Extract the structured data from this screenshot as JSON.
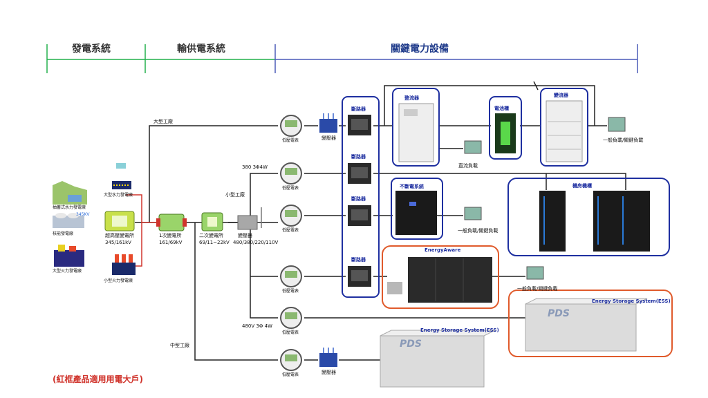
{
  "sections": {
    "generation": "發電系統",
    "transmission": "輸供電系統",
    "critical": "關鍵電力設備"
  },
  "plants": {
    "pumped_hydro": "抽蓄式水力發電廠",
    "nuclear": "核能發電廠",
    "thermal_large": "大型火力發電廠",
    "hydro_large": "大型水力發電廠",
    "thermal_small": "小型火力發電廠",
    "line_voltage": "345KV"
  },
  "substations": {
    "uhv_name": "超高壓變電所",
    "uhv_voltage": "345/161kV",
    "primary_name": "1次變電所",
    "primary_voltage": "161/69kV",
    "secondary_name": "二次變電所",
    "secondary_voltage": "69/11~22kV",
    "transformer_name": "變壓器",
    "transformer_voltage": "480/380/220/110V"
  },
  "users": {
    "large_factory": "大型工廠",
    "small_factory": "小型工廠",
    "medium_factory": "中型工廠"
  },
  "meter_label": "低壓電表",
  "voltages": {
    "v380": "380 3Φ4W",
    "v480": "480V 3Φ 4W"
  },
  "equipment": {
    "transformer": "變壓器",
    "breaker": "斷路器",
    "rectifier": "整流器",
    "battery": "電池櫃",
    "inverter": "變流器",
    "dc_load": "直流負載",
    "general_load": "一般負載/關鍵負載",
    "ups": "不斷電系統",
    "datacenter": "機房機櫃",
    "energyaware": "EnergyAware",
    "ess": "Energy Storage System(ESS)",
    "ess_brand": "PDS"
  },
  "note": "(紅框產品適用用電大戶)",
  "colors": {
    "green_section": "#22b14c",
    "blue_frame": "#1e2fa0",
    "red_frame": "#e05a2b",
    "red_line": "#d0342c"
  }
}
